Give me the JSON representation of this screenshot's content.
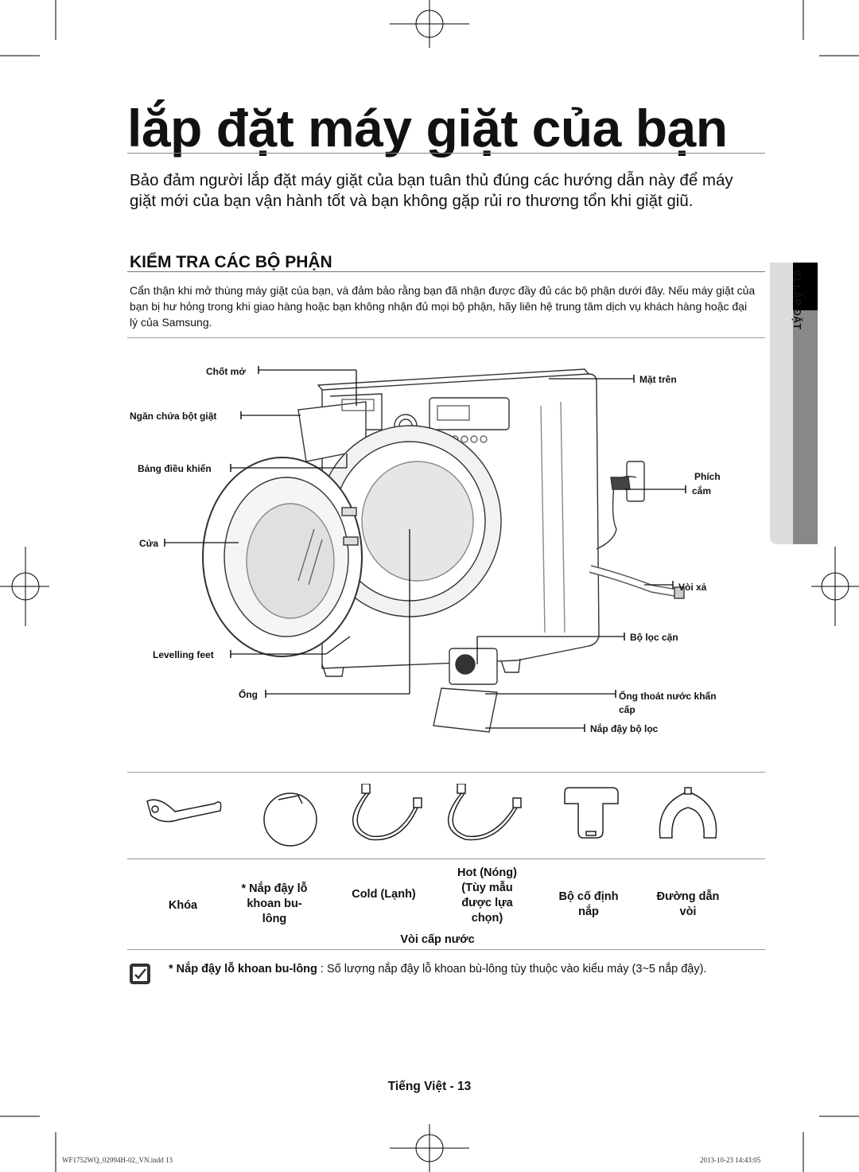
{
  "page": {
    "title": "lắp đặt máy giặt của bạn",
    "intro": "Bảo đảm người lắp đặt máy giặt của bạn tuân thủ đúng các hướng dẫn này để máy giặt mới của bạn vận hành tốt và bạn không gặp rủi ro thương tổn khi giặt giũ.",
    "section_title": "KIỂM TRA CÁC BỘ PHẬN",
    "section_text": "Cẩn thận khi mở thùng máy giặt của bạn, và đảm bảo rằng bạn đã nhận được đầy đủ các bộ phận dưới đây. Nếu máy giặt của bạn bị hư hỏng trong khi giao hàng hoặc bạn không nhận đủ mọi bộ phận, hãy liên hệ trung tâm dịch vụ khách hàng hoặc đại lý của Samsung.",
    "side_tab": "01 LẮP ĐẶT"
  },
  "diagram_labels": {
    "latch": "Chốt mở",
    "detergent_drawer": "Ngăn chứa bột giặt",
    "control_panel": "Bảng điều khiển",
    "door": "Cửa",
    "levelling_feet": "Levelling feet",
    "tub": "Ống",
    "top_panel": "Mặt trên",
    "plug_line1": "Phích",
    "plug_line2": "cắm",
    "drain_hose": "Vòi xả",
    "debris_filter": "Bộ lọc cặn",
    "emergency_drain_line1": "Ống thoát nước khẩn",
    "emergency_drain_line2": "cấp",
    "filter_cover": "Nắp đậy bộ lọc"
  },
  "accessories": {
    "wrench": "Khóa",
    "bolt_caps_line1": "* Nắp đậy lỗ",
    "bolt_caps_line2": "khoan bu-",
    "bolt_caps_line3": "lông",
    "cold_hose": "Cold (Lạnh)",
    "hot_hose_line1": "Hot (Nóng)",
    "hot_hose_line2": "(Tùy mẫu",
    "hot_hose_line3": "được lựa",
    "hot_hose_line4": "chọn)",
    "holder_line1": "Bộ cố định",
    "holder_line2": "nắp",
    "hose_guide_line1": "Đường dẫn",
    "hose_guide_line2": "vòi",
    "water_supply": "Vòi cấp nước"
  },
  "note": {
    "bold": "* Nắp đậy lỗ khoan bu-lông",
    "text": " : Số lượng nắp đậy lỗ khoan bù-lông tùy thuộc vào kiểu máy (3~5 nắp đậy)."
  },
  "footer": "Tiếng Việt - 13",
  "print_info": {
    "file": "WF1752WQ_02994H-02_VN.indd   13",
    "date": "2013-10-23   14:43:05"
  }
}
